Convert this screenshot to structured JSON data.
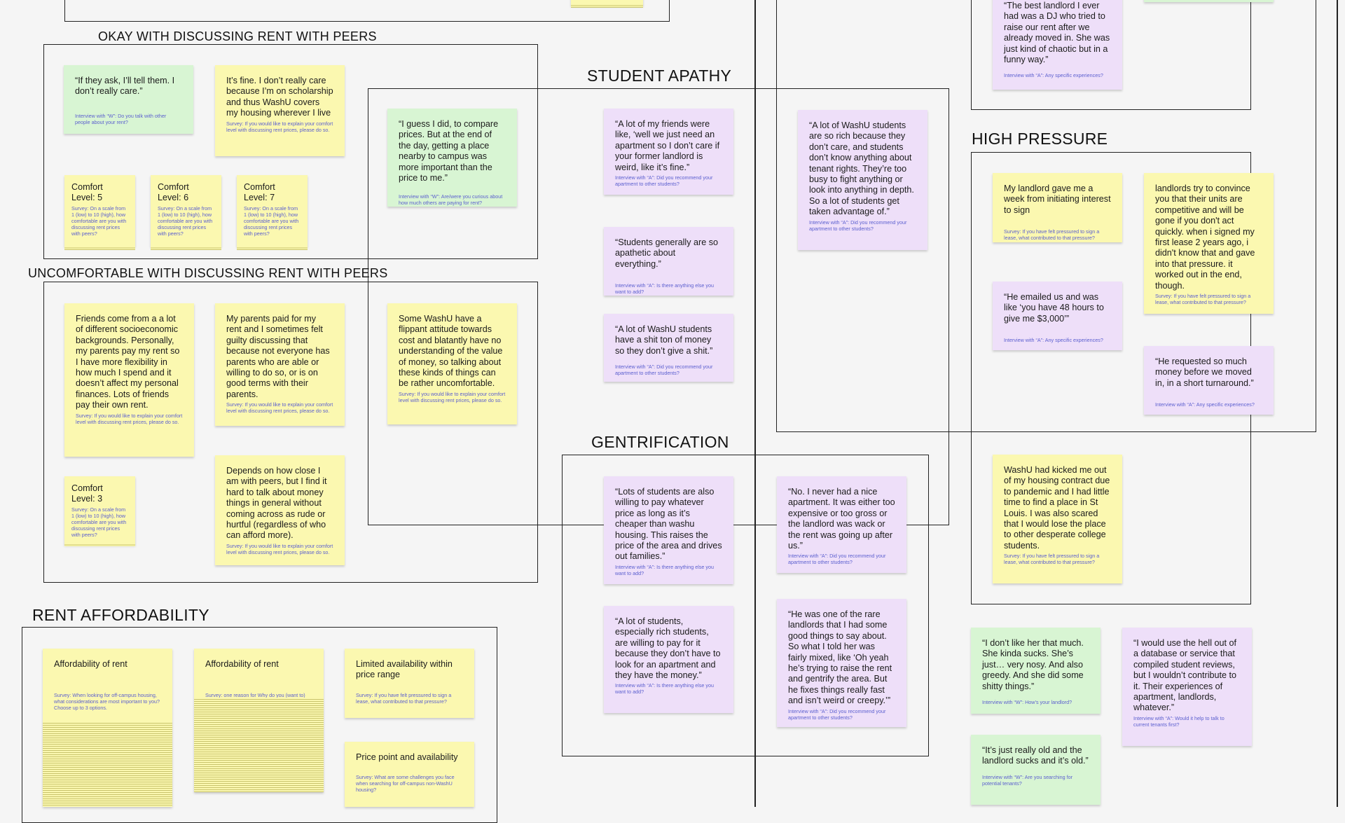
{
  "sections": {
    "okay": "OKAY WITH  DISCUSSING RENT WITH PEERS",
    "uncomfortable": "UNCOMFORTABLE WITH DISCUSSING RENT WITH PEERS",
    "student_apathy": "STUDENT APATHY",
    "gentrification": "GENTRIFICATION",
    "high_pressure": "HIGH PRESSURE",
    "rent_affordability": "RENT AFFORDABILITY"
  },
  "notes": {
    "okay_1": {
      "text": "“If they ask, I’ll tell them. I don’t really care.”",
      "source": "Interview with “W”: Do you talk with other people about your rent?",
      "color": "#d8f5d3"
    },
    "okay_2": {
      "text": "It’s fine. I don’t really care because I’m on scholarship and thus WashU covers my housing wherever I live",
      "source": "Survey: If you would like to explain your comfort level with discussing rent prices, please do so.",
      "color": "#fbf8b0"
    },
    "comfort_5": {
      "text": "Comfort\nLevel: 5",
      "source": "Survey: On a scale from 1 (low) to 10 (high), how comfortable are you with discussing rent prices with peers?"
    },
    "comfort_6": {
      "text": "Comfort\nLevel: 6",
      "source": "Survey: On a scale from 1 (low) to 10 (high), how comfortable are you with discussing rent prices with peers?"
    },
    "comfort_7": {
      "text": "Comfort\nLevel: 7",
      "source": "Survey: On a scale from 1 (low) to 10 (high), how comfortable are you with discussing rent prices with peers?"
    },
    "compare": {
      "text": "“I guess I did, to compare prices. But at the end of the day, getting a place nearby to campus was more important than the price to me.”",
      "source": "Interview with “W”: Are/were you curious about how much others are paying for rent?"
    },
    "friends_bg": {
      "text": "Friends come from a a lot of different socioeconomic backgrounds. Personally, my parents pay my rent so I have more flexibility in how much I spend and it doesn’t affect my personal finances. Lots of friends pay their own rent.",
      "source": "Survey: If you would like to explain your comfort level with discussing rent prices, please do so."
    },
    "parents_paid": {
      "text": "My parents paid for my rent and I sometimes felt guilty discussing that because not everyone has parents who are able or willing to do so, or is on good terms with their parents.",
      "source": "Survey: If you would like to explain your comfort level with discussing rent prices, please do so."
    },
    "flippant": {
      "text": "Some WashU have a flippant attitude towards cost and blatantly have no understanding of the value of money, so talking about these kinds of things can be rather uncomfortable.",
      "source": "Survey: If you would like to explain your comfort level with discussing rent prices, please do so."
    },
    "comfort_3": {
      "text": "Comfort\nLevel: 3",
      "source": "Survey: On a scale from 1 (low) to 10 (high), how comfortable are you with discussing rent prices with peers?"
    },
    "depends": {
      "text": "Depends on how close I am with peers, but I find it hard to talk about money things in general without coming across as rude or hurtful (regardless of who can afford more).",
      "source": "Survey: If you would like to explain your comfort level with discussing rent prices, please do so."
    },
    "apathy_1": {
      "text": "“A lot of my friends were like, ‘well we just need an apartment so I don’t care if your former landlord is weird, like it’s fine.”",
      "source": "Interview with “A”: Did you recommend your apartment to other students?"
    },
    "apathy_2": {
      "text": "“Students generally are so apathetic about everything.”",
      "source": "Interview with “A”: Is there anything else you want to add?"
    },
    "apathy_3": {
      "text": "“A lot of WashU students have a shit ton of money so they don’t give a shit.”",
      "source": "Interview with “A”: Did you recommend your apartment to other students?"
    },
    "apathy_4": {
      "text": "“A lot of WashU students are so rich because they don’t care, and students don’t know anything about tenant rights. They’re too busy to fight anything or look into anything in depth. So a lot of students get taken advantage of.”",
      "source": "Interview with “A”: Did you recommend your apartment to other students?"
    },
    "best_landlord": {
      "text": "“The best landlord I ever had was a DJ who tried to raise our rent after we already moved in. She was just kind of chaotic but in a funny way.”",
      "source": "Interview with “A”: Any specific experiences?"
    },
    "pressure_1": {
      "text": "My landlord gave me a week from initiating interest to sign",
      "source": "Survey: If you have felt pressured to sign a lease, what contributed to that pressure?"
    },
    "pressure_2": {
      "text": "landlords try to convince you that their units are competitive and will be gone if you don't act quickly. when i signed my first lease 2 years ago, i didn't know that and gave into that pressure. it worked out in the end, though.",
      "source": "Survey: If you have felt pressured to sign a lease, what contributed to that pressure?"
    },
    "pressure_3": {
      "text": "“He emailed us and was like ‘you have 48 hours to give me $3,000’”",
      "source": "Interview with “A”: Any specific experiences?"
    },
    "pressure_4": {
      "text": "“He requested so much money before we moved in, in a short turnaround.”",
      "source": "Interview with “A”: Any specific experiences?"
    },
    "pressure_5": {
      "text": "WashU had kicked me out of my housing contract due to pandemic and I had little time to find a place in St Louis. I was also scared that I would lose the place to other desperate college students.",
      "source": "Survey: If you have felt pressured to sign a lease, what contributed to that pressure?"
    },
    "gent_1": {
      "text": "“Lots of students are also willing to pay whatever price as long as it’s cheaper than washu housing. This raises the price of the area and drives out families.”",
      "source": "Interview with “A”: Is there anything else you want to add?"
    },
    "gent_2": {
      "text": "“No. I never had a nice apartment. It was either too expensive or too gross or the landlord was wack or the rent was going up after us.”",
      "source": "Interview with “A”: Did you recommend your apartment to other students?"
    },
    "gent_3": {
      "text": "“A lot of students, especially rich students, are willing to pay for it because they don’t have to look for an apartment and they have the money.”",
      "source": "Interview with “A”: Is there anything else you want to add?"
    },
    "gent_4": {
      "text": "“He was one of the rare landlords that I had some good things to say about. So what I told her was fairly mixed, like ‘Oh yeah he’s trying to raise the rent and gentrify the area. But he fixes things really fast and isn’t weird or creepy.’”",
      "source": "Interview with “A”: Did you recommend your apartment to other students?"
    },
    "landlord_sucks": {
      "text": "“I don’t like her that much. She kinda sucks. She’s just… very nosy. And also greedy. And she did some shitty things.”",
      "source": "Interview with “W”: How’s your landlord?"
    },
    "database": {
      "text": "“I would use the hell out of a database or service that compiled student reviews, but I wouldn’t contribute to it. Their experiences of apartment, landlords, whatever.”",
      "source": "Interview with “A”: Would it help to talk to current tenants first?"
    },
    "old": {
      "text": "“It’s just really old and the landlord sucks and it’s old.”",
      "source": "Interview with “W”: Are you searching for potential tenants?"
    },
    "afford_1": {
      "text": "Affordability of rent",
      "source": "Survey: When looking for off-campus housing, what considerations are most important to you? Choose up to 3 options."
    },
    "afford_2": {
      "text": "Affordability of rent",
      "source": "Survey: one reason for Why do you (want to) live in off-campus, non-WashU housing?"
    },
    "afford_3": {
      "text": "Limited availability within price range",
      "source": "Survey: If you have felt pressured to sign a lease, what contributed to that pressure?"
    },
    "afford_4": {
      "text": "Price point and availability",
      "source": "Survey: What are some challenges you face when searching for off-campus non-WashU housing?"
    }
  }
}
